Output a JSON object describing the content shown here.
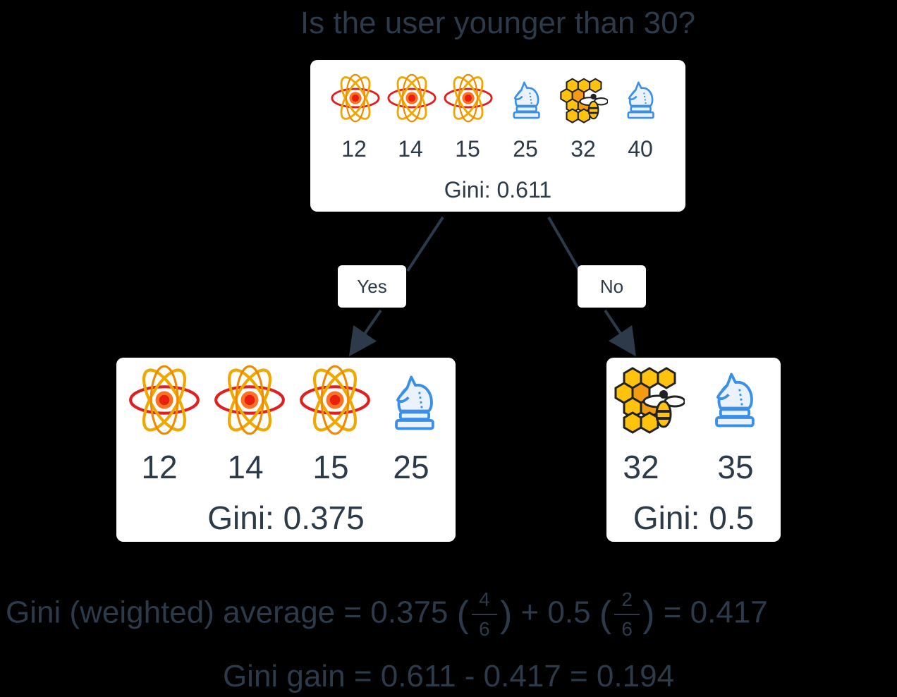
{
  "title": "Is the user younger than 30?",
  "root": {
    "items": [
      {
        "icon": "atom-icon",
        "value": "12"
      },
      {
        "icon": "atom-icon",
        "value": "14"
      },
      {
        "icon": "atom-icon",
        "value": "15"
      },
      {
        "icon": "chess-knight-icon",
        "value": "25"
      },
      {
        "icon": "honeycomb-bee-icon",
        "value": "32"
      },
      {
        "icon": "chess-knight-icon",
        "value": "40"
      }
    ],
    "gini": "Gini: 0.611"
  },
  "edges": {
    "yes": "Yes",
    "no": "No"
  },
  "left": {
    "items": [
      {
        "icon": "atom-icon",
        "value": "12"
      },
      {
        "icon": "atom-icon",
        "value": "14"
      },
      {
        "icon": "atom-icon",
        "value": "15"
      },
      {
        "icon": "chess-knight-icon",
        "value": "25"
      }
    ],
    "gini": "Gini: 0.375"
  },
  "right": {
    "items": [
      {
        "icon": "honeycomb-bee-icon",
        "value": "32"
      },
      {
        "icon": "chess-knight-icon",
        "value": "35"
      }
    ],
    "gini": "Gini: 0.5"
  },
  "equation1": {
    "prefix": "Gini (weighted) average = 0.375",
    "frac1_num": "4",
    "frac1_den": "6",
    "plus": "+  0.5",
    "frac2_num": "2",
    "frac2_den": "6",
    "result": "= 0.417"
  },
  "equation2": "Gini gain = 0.611 - 0.417 = 0.194",
  "colors": {
    "text": "#2c3a4a",
    "box": "#ffffff",
    "arrow": "#2c3a4a",
    "knight": "#3a8fe8",
    "atom_orbit": "#f0a800",
    "atom_red": "#e02020"
  }
}
